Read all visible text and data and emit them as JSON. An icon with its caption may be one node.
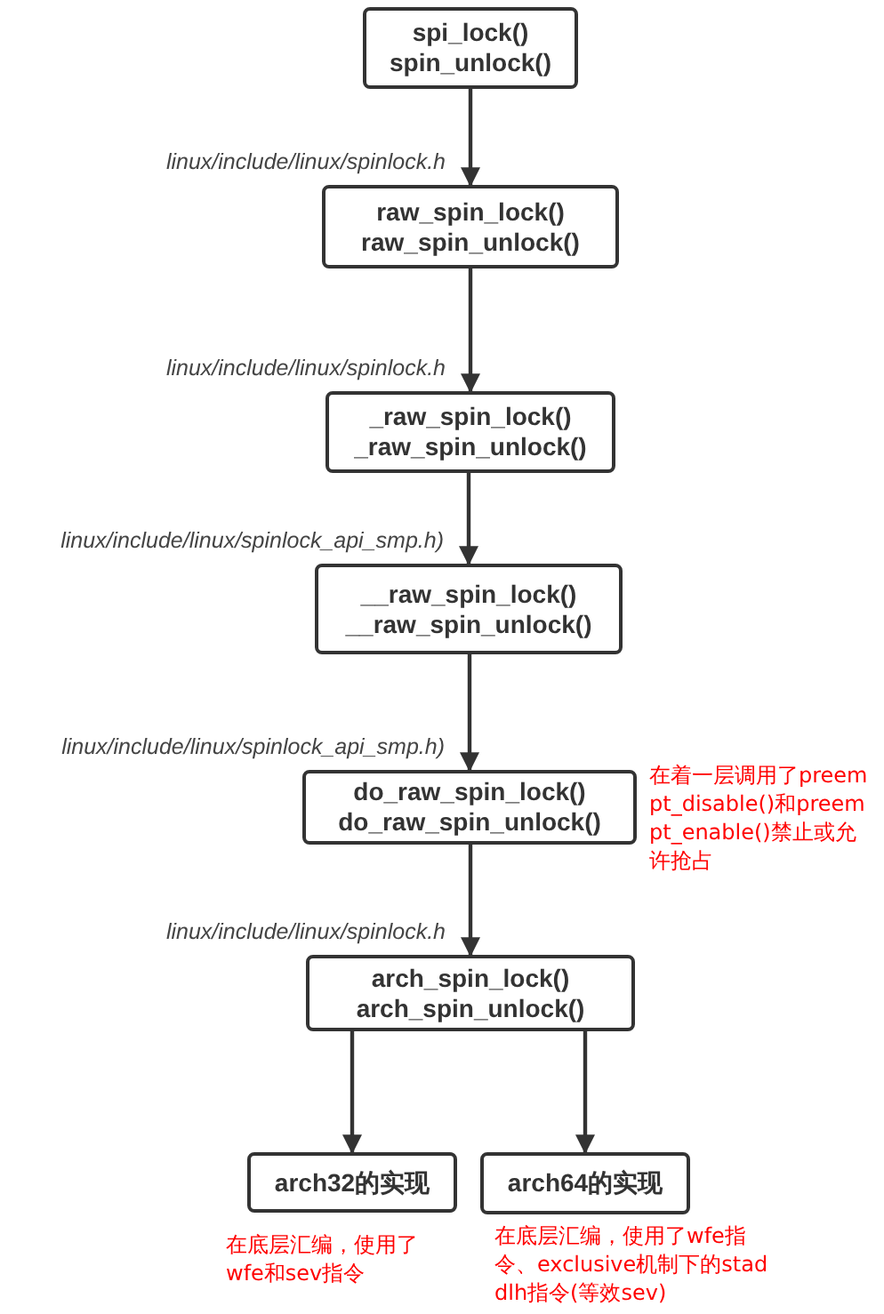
{
  "diagram": {
    "nodes": [
      {
        "text": [
          "spi_lock() spin_unlock()"
        ]
      },
      {
        "text": [
          "raw_spin_lock() raw_spin_unlock()"
        ]
      },
      {
        "text": [
          "_raw_spin_lock() _raw_spin_unlock()"
        ]
      },
      {
        "text": [
          "__raw_spin_lock() __raw_spin_unlock()"
        ]
      },
      {
        "text": [
          "do_raw_spin_lock() do_raw_spin_unlock()"
        ],
        "beside": [
          "在着一层调用了preempt_disable()和preempt_enable()禁止或允许抢占"
        ]
      },
      {
        "text": [
          "arch_spin_lock() arch_spin_unlock()"
        ]
      },
      {
        "text": [
          "arch32的实现"
        ],
        "beside": [
          "在底层汇编，使用了wfe和sev指令"
        ]
      },
      {
        "text": [
          "arch64的实现"
        ],
        "beside": [
          "在底层汇编，使用了wfe指令、exclusive机制下的staddlh指令(等效sev)"
        ]
      }
    ],
    "edges": [
      {
        "from": 0,
        "to": 1,
        "arrow": "to",
        "label": "linux/include/linux/spinlock.h"
      },
      {
        "from": 1,
        "to": 2,
        "arrow": "to",
        "label": "linux/include/linux/spinlock.h"
      },
      {
        "from": 2,
        "to": 3,
        "arrow": "to",
        "label": "linux/include/linux/spinlock_api_smp.h)"
      },
      {
        "from": 3,
        "to": 4,
        "arrow": "to",
        "label": "linux/include/linux/spinlock_api_smp.h)"
      },
      {
        "from": 4,
        "to": 5,
        "arrow": "to",
        "label": "linux/include/linux/spinlock.h"
      },
      {
        "from": 5,
        "to": 6,
        "arrow": "to"
      },
      {
        "from": 5,
        "to": 7,
        "arrow": "to"
      }
    ]
  }
}
